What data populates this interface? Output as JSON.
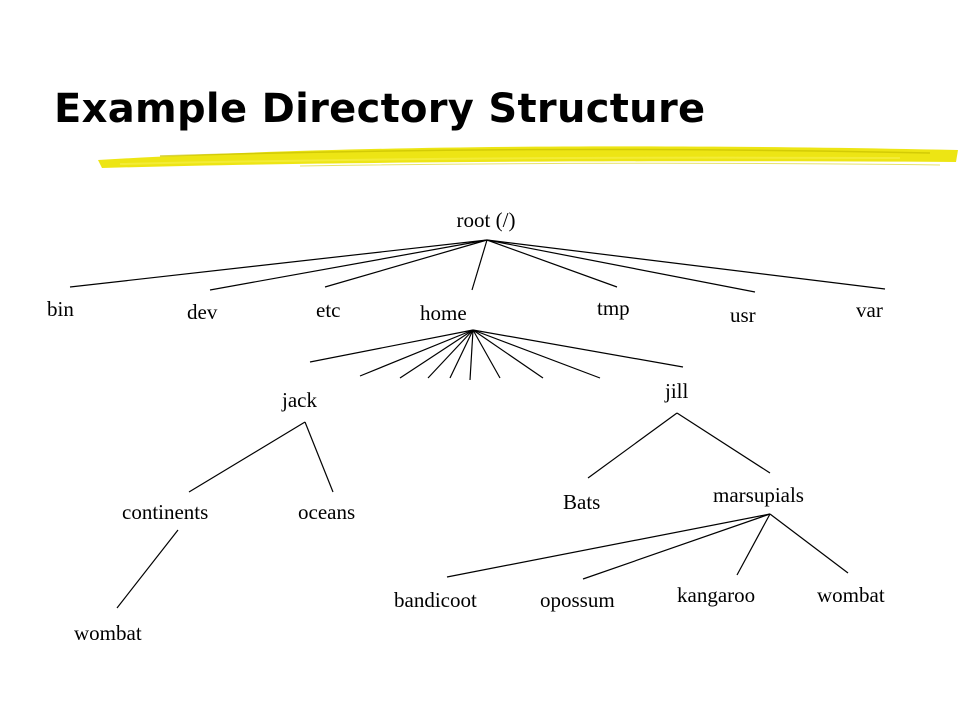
{
  "slide": {
    "title": "Example Directory Structure",
    "accent_color": "#e8e000"
  },
  "tree": {
    "root": "root (/)",
    "root_children": [
      "bin",
      "dev",
      "etc",
      "home",
      "tmp",
      "usr",
      "var"
    ],
    "home_children": [
      "jack",
      "jill"
    ],
    "jack_children": [
      "continents",
      "oceans"
    ],
    "continents_children": [
      "wombat"
    ],
    "jill_children": [
      "Bats",
      "marsupials"
    ],
    "marsupials_children": [
      "bandicoot",
      "opossum",
      "kangaroo",
      "wombat"
    ]
  }
}
